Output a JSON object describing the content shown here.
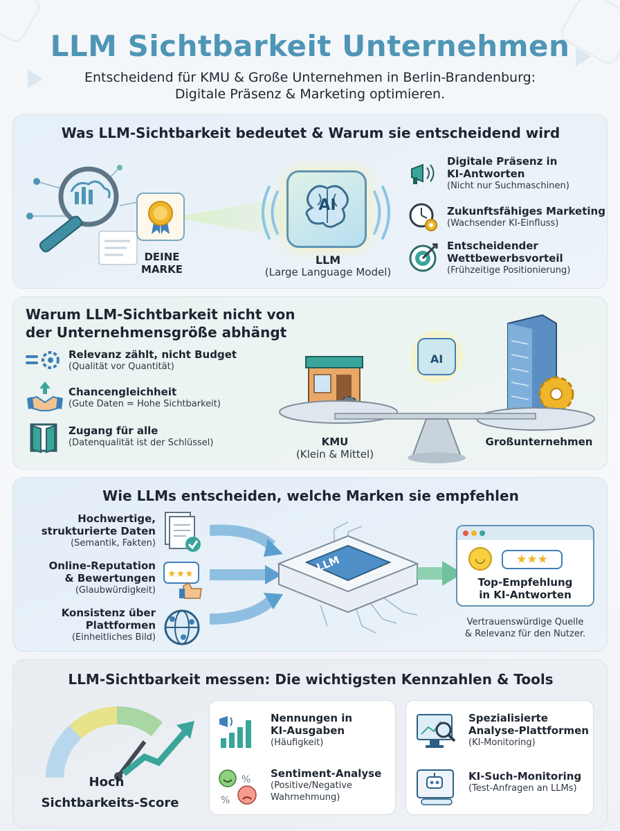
{
  "header": {
    "title": "LLM Sichtbarkeit Unternehmen",
    "subtitle_line1": "Entscheidend für KMU & Große Unternehmen in Berlin-Brandenburg:",
    "subtitle_line2": "Digitale Präsenz & Marketing optimieren."
  },
  "section1": {
    "title": "Was LLM-Sichtbarkeit bedeutet & Warum sie entscheidend wird",
    "brand_line1": "DEINE",
    "brand_line2": "MARKE",
    "llm_icon": "AI",
    "llm_title": "LLM",
    "llm_sub": "(Large Language Model)",
    "points": [
      {
        "icon": "megaphone-icon",
        "title1": "Digitale Präsenz in",
        "title2": "KI-Antworten",
        "sub": "(Nicht nur Suchmaschinen)"
      },
      {
        "icon": "clock-gear-icon",
        "title1": "Zukunftsfähiges Marketing",
        "title2": "",
        "sub": "(Wachsender KI-Einfluss)"
      },
      {
        "icon": "target-icon",
        "title1": "Entscheidender",
        "title2": "Wettbewerbsvorteil",
        "sub": "(Frühzeitige Positionierung)"
      }
    ]
  },
  "section2": {
    "title_line1": "Warum LLM-Sichtbarkeit nicht von",
    "title_line2": "der Unternehmensgröße abhängt",
    "points": [
      {
        "icon": "relevance-gear-icon",
        "title": "Relevanz zählt, nicht Budget",
        "sub": "(Qualität vor Quantität)"
      },
      {
        "icon": "handshake-icon",
        "title": "Chancengleichheit",
        "sub": "(Gute Daten = Hohe Sichtbarkeit)"
      },
      {
        "icon": "door-icon",
        "title": "Zugang für alle",
        "sub": "(Datenqualität ist der Schlüssel)"
      }
    ],
    "ai_chip": "AI",
    "kmu_title": "KMU",
    "kmu_sub": "(Klein & Mittel)",
    "big_title": "Großunternehmen"
  },
  "section3": {
    "title": "Wie LLMs entscheiden, welche Marken sie empfehlen",
    "factors": [
      {
        "icon": "documents-check-icon",
        "title1": "Hochwertige,",
        "title2": "strukturierte Daten",
        "sub": "(Semantik, Fakten)"
      },
      {
        "icon": "rating-thumb-icon",
        "title1": "Online-Reputation",
        "title2": "& Bewertungen",
        "sub": "(Glaubwürdigkeit)"
      },
      {
        "icon": "globe-network-icon",
        "title1": "Konsistenz über",
        "title2": "Plattformen",
        "sub": "(Einheitliches Bild)"
      }
    ],
    "chip_label": "LLM",
    "result_title1": "Top-Empfehlung",
    "result_title2": "in KI-Antworten",
    "result_sub1": "Vertrauenswürdige Quelle",
    "result_sub2": "& Relevanz für den Nutzer."
  },
  "section4": {
    "title": "LLM-Sichtbarkeit messen: Die wichtigsten Kennzahlen & Tools",
    "gauge_title": "Hoch",
    "gauge_sub": "Sichtbarkeits-Score",
    "metrics": [
      {
        "icon": "megaphone-bars-icon",
        "title1": "Nennungen in",
        "title2": "KI-Ausgaben",
        "sub1": "(Häufigkeit)",
        "sub2": ""
      },
      {
        "icon": "sentiment-icon",
        "title1": "Sentiment-Analyse",
        "title2": "",
        "sub1": "(Positive/Negative",
        "sub2": "Wahrnehmung)"
      }
    ],
    "tools": [
      {
        "icon": "monitor-analysis-icon",
        "title1": "Spezialisierte",
        "title2": "Analyse-Plattformen",
        "sub": "(KI-Monitoring)"
      },
      {
        "icon": "robot-search-icon",
        "title1": "KI-Such-Monitoring",
        "title2": "",
        "sub": "(Test-Anfragen an LLMs)"
      }
    ]
  },
  "colors": {
    "title": "#4f95b6",
    "accent_teal": "#3aa59a",
    "accent_blue": "#3d7fb8",
    "gold": "#f0b52b"
  }
}
